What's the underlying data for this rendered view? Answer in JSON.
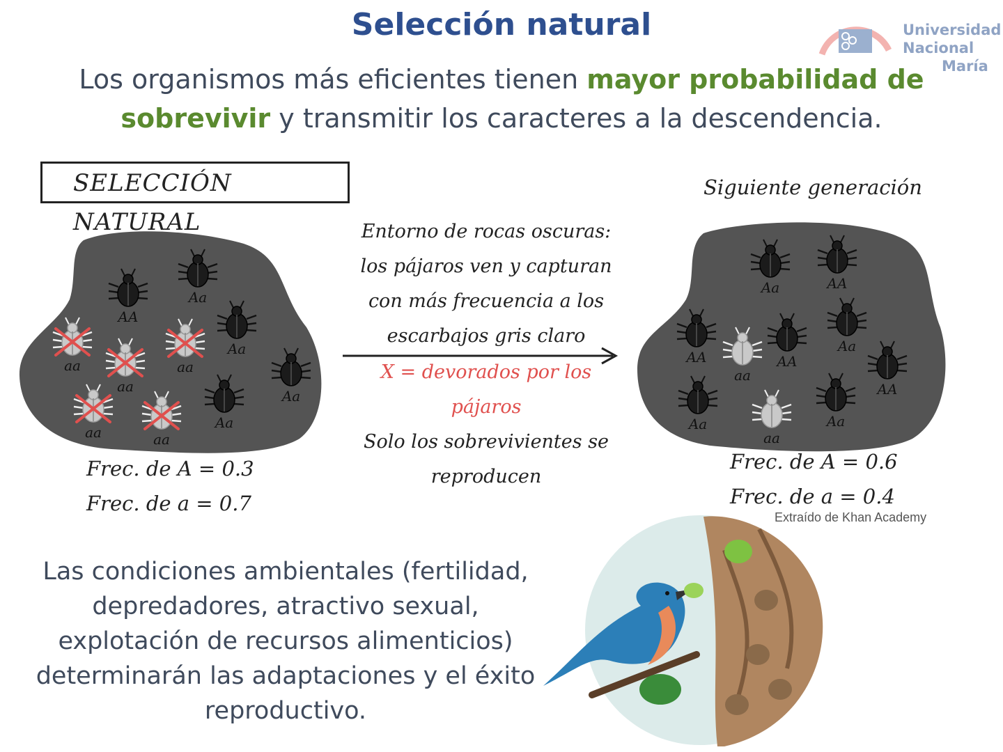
{
  "title": "Selección natural",
  "subtitle": {
    "part1": "Los organismos más eficientes tienen ",
    "highlight1": "mayor probabilidad de",
    "highlight2": "sobrevivir",
    "part2": " y transmitir los caracteres a la descendencia."
  },
  "logo": {
    "line1": "Universidad",
    "line2": "Nacional",
    "line3": "María"
  },
  "diagram": {
    "box_label": "SELECCIÓN NATURAL",
    "next_generation": "Siguiente generación",
    "environment_lines": [
      "Entorno de rocas oscuras:",
      "los pájaros ven y capturan",
      "con más frecuencia a los",
      "escarbajos gris claro"
    ],
    "red_lines": [
      "X = devorados por los",
      "pájaros"
    ],
    "survivor_lines": [
      "Solo los sobrevivientes se",
      "reproducen"
    ],
    "left_freq": [
      "Frec. de A = 0.3",
      "Frec. de a = 0.7"
    ],
    "right_freq": [
      "Frec. de A = 0.6",
      "Frec. de a = 0.4"
    ],
    "left_beetles": [
      {
        "genotype": "AA",
        "color": "dark"
      },
      {
        "genotype": "Aa",
        "color": "dark"
      },
      {
        "genotype": "Aa",
        "color": "dark"
      },
      {
        "genotype": "Aa",
        "color": "dark"
      },
      {
        "genotype": "Aa",
        "color": "dark"
      },
      {
        "genotype": "aa",
        "color": "light",
        "eaten": true
      },
      {
        "genotype": "aa",
        "color": "light",
        "eaten": true
      },
      {
        "genotype": "aa",
        "color": "light",
        "eaten": true
      },
      {
        "genotype": "aa",
        "color": "light",
        "eaten": true
      },
      {
        "genotype": "aa",
        "color": "light",
        "eaten": true
      }
    ],
    "right_beetles": [
      {
        "genotype": "Aa",
        "color": "dark"
      },
      {
        "genotype": "AA",
        "color": "dark"
      },
      {
        "genotype": "AA",
        "color": "dark"
      },
      {
        "genotype": "AA",
        "color": "dark"
      },
      {
        "genotype": "Aa",
        "color": "dark"
      },
      {
        "genotype": "AA",
        "color": "dark"
      },
      {
        "genotype": "Aa",
        "color": "dark"
      },
      {
        "genotype": "Aa",
        "color": "dark"
      },
      {
        "genotype": "aa",
        "color": "light"
      },
      {
        "genotype": "aa",
        "color": "light"
      }
    ]
  },
  "credit": "Extraído de Khan Academy",
  "body_text": "Las condiciones ambientales (fertilidad, depredadores, atractivo sexual, explotación de recursos alimenticios) determinarán las adaptaciones y el éxito reproductivo.",
  "colors": {
    "title": "#2e4f8f",
    "highlight": "#5a8a2f",
    "rock": "#545454",
    "red": "#e0504e"
  }
}
